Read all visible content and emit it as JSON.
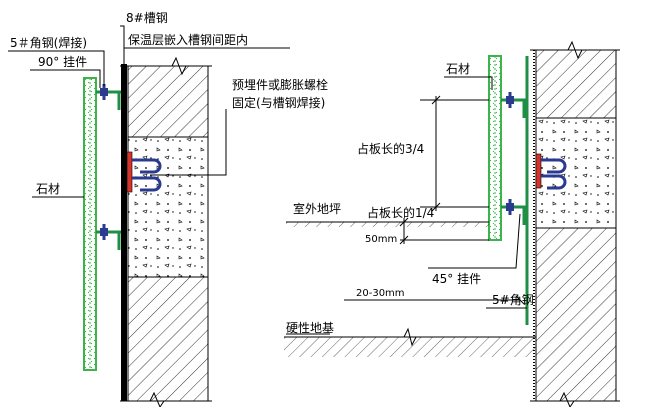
{
  "left_detail": {
    "label_channel": "8#槽钢",
    "label_insulation": "保温层嵌入槽钢间距内",
    "label_angle_welded": "5＃角钢(焊接)",
    "label_hanger_90": "90°  挂件",
    "label_embedded": "预埋件或膨胀螺栓",
    "label_fixed": "固定(与槽钢焊接)",
    "label_stone": "石材"
  },
  "right_detail": {
    "label_stone": "石材",
    "label_three_quarter": "占板长的3/4",
    "label_outdoor_ground": "室外地坪",
    "label_one_quarter": "占板长的1/4",
    "label_50mm": "50mm",
    "label_hanger_45": "45°  挂件",
    "label_gap": "20-30mm",
    "label_angle": "5#角钢",
    "label_base": "硬性地基"
  },
  "colors": {
    "stone": "#3cb44a",
    "steel_green": "#1f8f45",
    "bracket_blue": "#2a3b8f",
    "embed_red": "#d4342c",
    "line": "#000000"
  }
}
